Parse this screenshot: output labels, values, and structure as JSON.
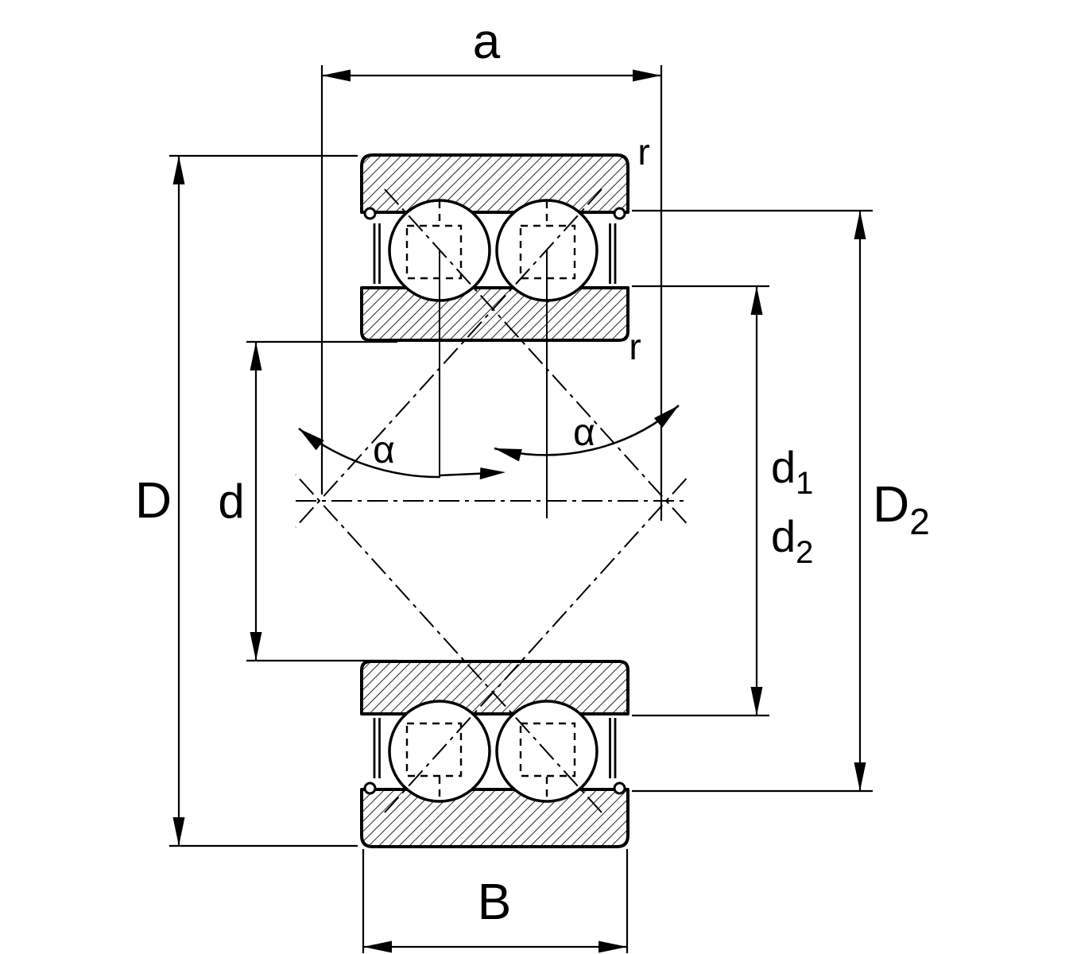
{
  "drawing": {
    "background": "#ffffff",
    "line_color": "#000000",
    "subject": "double-row angular contact ball bearing cross-section"
  },
  "labels": {
    "a": "a",
    "r_top": "r",
    "r_bottom": "r",
    "D": "D",
    "d": "d",
    "alpha_left": "α",
    "alpha_right": "α",
    "d1": {
      "base": "d",
      "sub": "1"
    },
    "d2": {
      "base": "d",
      "sub": "2"
    },
    "D2": {
      "base": "D",
      "sub": "2"
    },
    "B": "B"
  }
}
